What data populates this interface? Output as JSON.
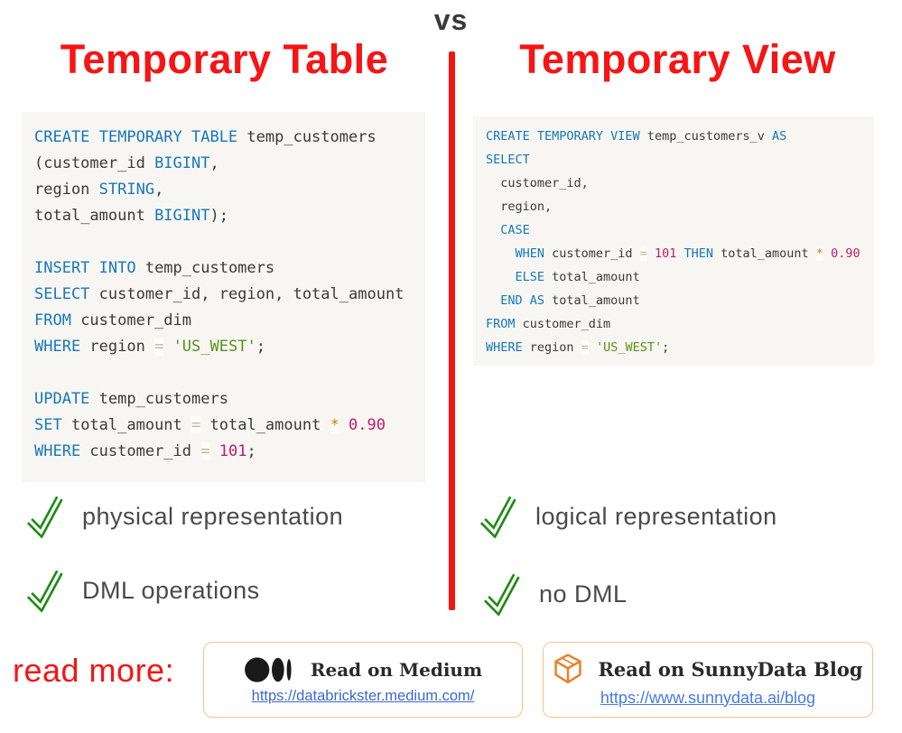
{
  "header": {
    "vs_label": "vs",
    "left_title": "Temporary Table",
    "right_title": "Temporary View",
    "title_color": "#f51515",
    "vs_color": "#3a3a3a",
    "divider_color": "#f51414"
  },
  "code_colors": {
    "kw": "#1878b8",
    "id": "#3a3a3a",
    "str": "#5a9216",
    "num": "#bd1d66",
    "op": "#c07f1f",
    "eq": "#b9b9a9"
  },
  "code_background": "#f7f6f3",
  "left_code": {
    "lines": [
      [
        [
          "kw",
          "CREATE TEMPORARY TABLE"
        ],
        [
          "id",
          " temp_customers"
        ]
      ],
      [
        [
          "id",
          "(customer_id "
        ],
        [
          "kw",
          "BIGINT"
        ],
        [
          "id",
          ","
        ]
      ],
      [
        [
          "id",
          "region "
        ],
        [
          "kw",
          "STRING"
        ],
        [
          "id",
          ","
        ]
      ],
      [
        [
          "id",
          "total_amount "
        ],
        [
          "kw",
          "BIGINT"
        ],
        [
          "id",
          ");"
        ]
      ],
      [],
      [
        [
          "kw",
          "INSERT INTO"
        ],
        [
          "id",
          " temp_customers"
        ]
      ],
      [
        [
          "kw",
          "SELECT"
        ],
        [
          "id",
          " customer_id, region, total_amount"
        ]
      ],
      [
        [
          "kw",
          "FROM"
        ],
        [
          "id",
          " customer_dim"
        ]
      ],
      [
        [
          "kw",
          "WHERE"
        ],
        [
          "id",
          " region "
        ],
        [
          "eq",
          "="
        ],
        [
          "str",
          " 'US_WEST'"
        ],
        [
          "id",
          ";"
        ]
      ],
      [],
      [
        [
          "kw",
          "UPDATE"
        ],
        [
          "id",
          " temp_customers"
        ]
      ],
      [
        [
          "kw",
          "SET"
        ],
        [
          "id",
          " total_amount "
        ],
        [
          "eq",
          "="
        ],
        [
          "id",
          " total_amount "
        ],
        [
          "op",
          "*"
        ],
        [
          "num",
          " 0.90"
        ]
      ],
      [
        [
          "kw",
          "WHERE"
        ],
        [
          "id",
          " customer_id "
        ],
        [
          "eq",
          "="
        ],
        [
          "num",
          " 101"
        ],
        [
          "id",
          ";"
        ]
      ]
    ]
  },
  "right_code": {
    "lines": [
      [
        [
          "kw",
          "CREATE TEMPORARY VIEW"
        ],
        [
          "id",
          " temp_customers_v "
        ],
        [
          "kw",
          "AS"
        ]
      ],
      [
        [
          "kw",
          "SELECT"
        ]
      ],
      [
        [
          "id",
          "  customer_id,"
        ]
      ],
      [
        [
          "id",
          "  region,"
        ]
      ],
      [
        [
          "kw",
          "  CASE"
        ]
      ],
      [
        [
          "kw",
          "    WHEN"
        ],
        [
          "id",
          " customer_id "
        ],
        [
          "eq",
          "="
        ],
        [
          "num",
          " 101 "
        ],
        [
          "kw",
          "THEN"
        ],
        [
          "id",
          " total_amount "
        ],
        [
          "op",
          "*"
        ],
        [
          "num",
          " 0.90"
        ]
      ],
      [
        [
          "kw",
          "    ELSE"
        ],
        [
          "id",
          " total_amount"
        ]
      ],
      [
        [
          "kw",
          "  END AS"
        ],
        [
          "id",
          " total_amount"
        ]
      ],
      [
        [
          "kw",
          "FROM"
        ],
        [
          "id",
          " customer_dim"
        ]
      ],
      [
        [
          "kw",
          "WHERE"
        ],
        [
          "id",
          " region "
        ],
        [
          "eq",
          "="
        ],
        [
          "str",
          " 'US_WEST'"
        ],
        [
          "id",
          ";"
        ]
      ]
    ]
  },
  "checks": {
    "check_color": "#1f8c12",
    "left": [
      {
        "label": "physical representation"
      },
      {
        "label": "DML operations"
      }
    ],
    "right": [
      {
        "label": "logical representation"
      },
      {
        "label": "no DML"
      }
    ]
  },
  "footer": {
    "read_more_label": "read more:",
    "cards": [
      {
        "name": "medium",
        "title": "Read on Medium",
        "url": "https://databrickster.medium.com/"
      },
      {
        "name": "sunnydata",
        "title": "Read on SunnyData Blog",
        "url": "https://www.sunnydata.ai/blog"
      }
    ],
    "card_border_color": "#f6c18d",
    "link_color": "#3c68cf",
    "sunnydata_logo_color": "#e8832b"
  }
}
